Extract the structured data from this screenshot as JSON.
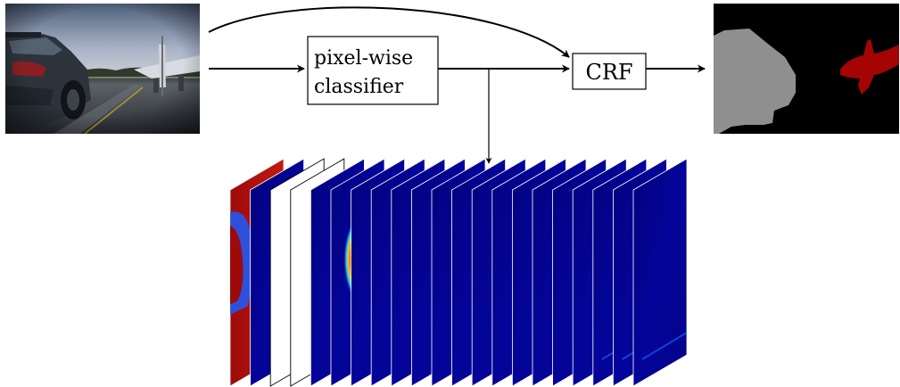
{
  "classifier": {
    "line1": "pixel-wise",
    "line2": "classifier"
  },
  "crf": {
    "label": "CRF"
  },
  "input_image": {
    "description_icon": "car-and-airplane-photo"
  },
  "output_segmentation": {
    "colors": {
      "background": "#000000",
      "car": "#8f8f8f",
      "airplane": "#a40404"
    }
  },
  "score_maps": {
    "colors": {
      "low": "#03039a",
      "high": "#b30b0b",
      "mid": "#ffe100"
    }
  }
}
